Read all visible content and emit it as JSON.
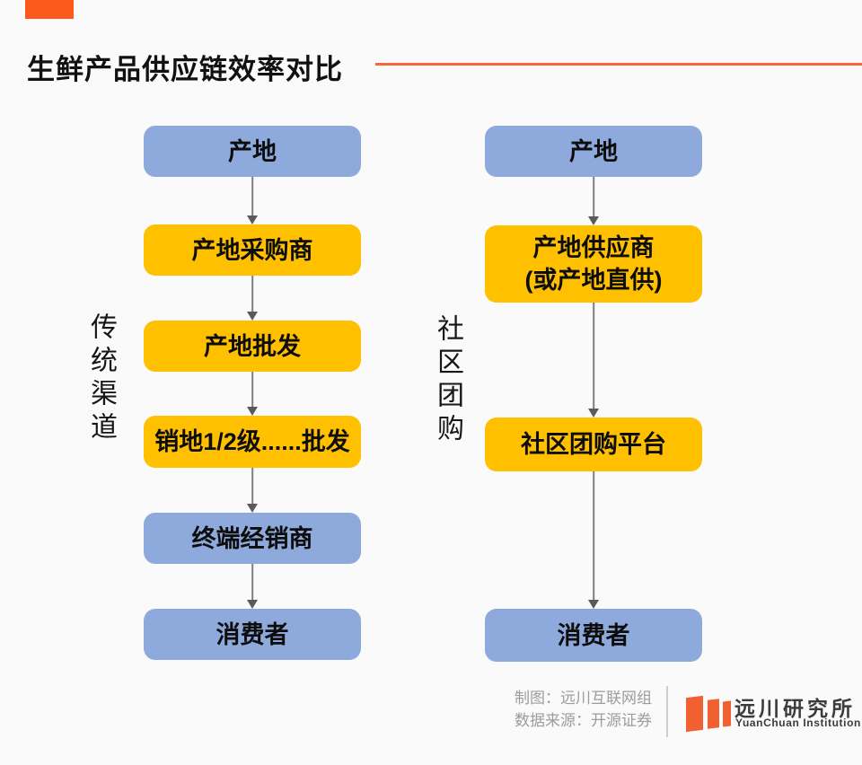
{
  "header": {
    "title": "生鲜产品供应链效率对比"
  },
  "colors": {
    "blue_node": "#8EA9DB",
    "yellow_node": "#FFC000",
    "arrow": "#7F7F7F",
    "accent_square": "#FB5A1B",
    "accent_line": "#F4683A",
    "logo_orange": "#F06031"
  },
  "flows": [
    {
      "side_label": "传统渠道",
      "nodes": [
        {
          "label": "产地",
          "type": "blue"
        },
        {
          "label": "产地采购商",
          "type": "yellow"
        },
        {
          "label": "产地批发",
          "type": "yellow"
        },
        {
          "label": "销地1/2级......批发",
          "type": "yellow"
        },
        {
          "label": "终端经销商",
          "type": "blue"
        },
        {
          "label": "消费者",
          "type": "blue"
        }
      ]
    },
    {
      "side_label": "社区团购",
      "nodes": [
        {
          "label": "产地",
          "type": "blue"
        },
        {
          "label": "产地供应商",
          "label2": "(或产地直供)",
          "type": "yellow"
        },
        {
          "label": "社区团购平台",
          "type": "yellow"
        },
        {
          "label": "消费者",
          "type": "blue"
        }
      ]
    }
  ],
  "footer": {
    "credit_line1": "制图：远川互联网组",
    "credit_line2": "数据来源：开源证券",
    "logo_cn": "远川研究所",
    "logo_en": "YuanChuan Institution"
  }
}
